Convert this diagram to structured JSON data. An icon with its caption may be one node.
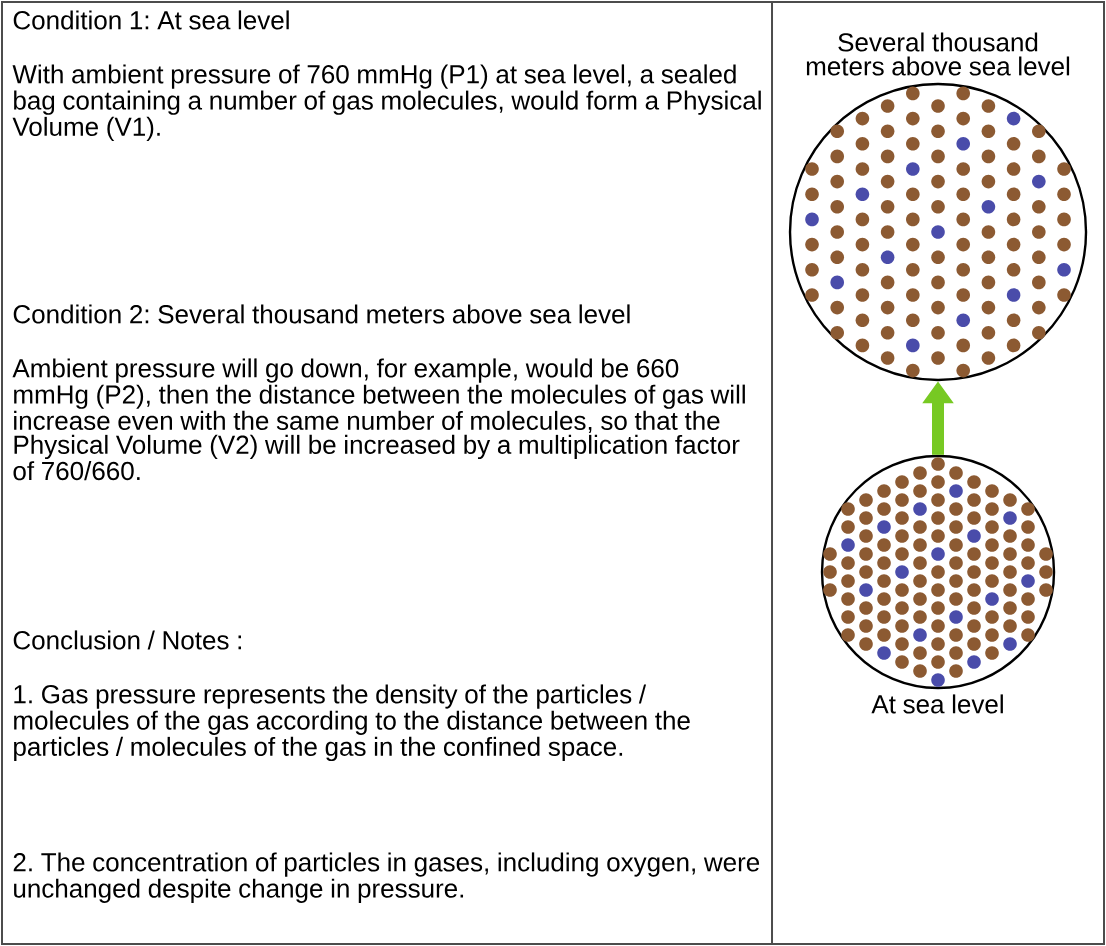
{
  "diagram": {
    "nodes": [
      {
        "text": [],
        "shape": "circle",
        "beside": [
          "Several thousand meters above sea level"
        ]
      },
      {
        "text": [],
        "shape": "circle",
        "beside": [
          "At sea level"
        ]
      }
    ],
    "edges": [
      {
        "from": 1,
        "to": 0,
        "arrow": "to",
        "color": "#77c923"
      }
    ],
    "labels": [
      "Condition 1: At sea level",
      "With ambient pressure of 760 mmHg (P1) at sea level, a sealed bag containing a number of gas molecules, would form a Physical Volume (V1).",
      "Condition 2: Several thousand meters above sea level",
      "Ambient pressure will go down, for example, would be 660 mmHg (P2), then the distance between the molecules of gas will increase even with the same number of molecules, so that the Physical Volume (V2) will be increased by a multiplication factor of 760/660.",
      "Conclusion / Notes :",
      "1. Gas pressure represents the density of the particles / molecules of the gas according to the distance between the particles / molecules of the gas in the confined space.",
      "2. The concentration of particles in gases, including oxygen, were unchanged despite change in pressure."
    ]
  }
}
